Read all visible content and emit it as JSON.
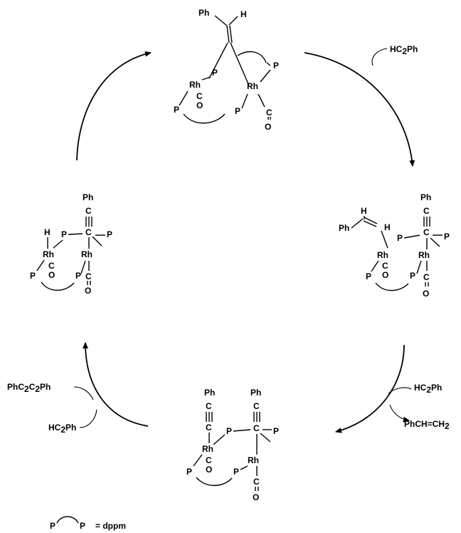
{
  "atoms": {
    "rh": "Rh",
    "p": "P",
    "ph": "Ph",
    "h": "H",
    "c": "C",
    "o": "O",
    "co_vertical": "co"
  },
  "reagents": {
    "phenylacetylene_main": "HC",
    "phenylacetylene_sub": "2",
    "phenylacetylene_tail": "Ph",
    "diphenylbutadiyne_a": "PhC",
    "diphenylbutadiyne_sub1": "2",
    "diphenylbutadiyne_b": "C",
    "diphenylbutadiyne_sub2": "2",
    "diphenylbutadiyne_c": "Ph",
    "styrene": "PhCH=CH",
    "styrene_sub": "2"
  },
  "legend": {
    "p_left": "P",
    "p_right": "P",
    "equals": "= dppm"
  }
}
